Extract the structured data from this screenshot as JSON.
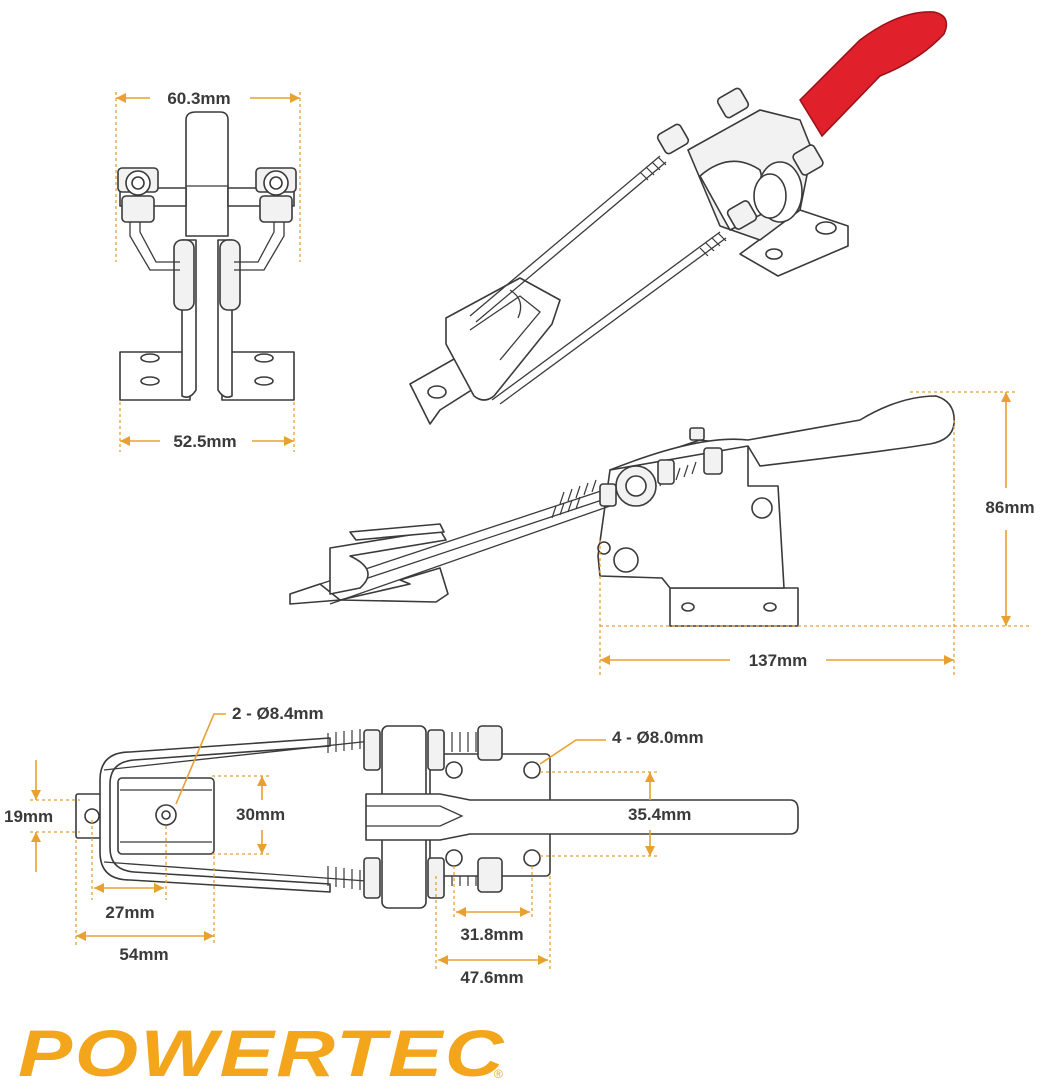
{
  "dimensions": {
    "front_top_width": "60.3mm",
    "front_base_width": "52.5mm",
    "side_height": "86mm",
    "side_length": "137mm",
    "hook_holes": "2 - Ø8.4mm",
    "base_holes": "4 - Ø8.0mm",
    "hook_hole_spacing_v": "19mm",
    "hook_inner_height": "30mm",
    "base_hole_spacing_v": "35.4mm",
    "hook_hole_offset": "27mm",
    "hook_length": "54mm",
    "base_hole_spacing_h": "31.8mm",
    "base_width": "47.6mm"
  },
  "brand": {
    "logo": "POWERTEC",
    "trademark": "®"
  },
  "colors": {
    "dimension_lines": "#e8a030",
    "handle": "#e0202a",
    "logo": "#f3a51b",
    "text": "#3a3a3a"
  }
}
